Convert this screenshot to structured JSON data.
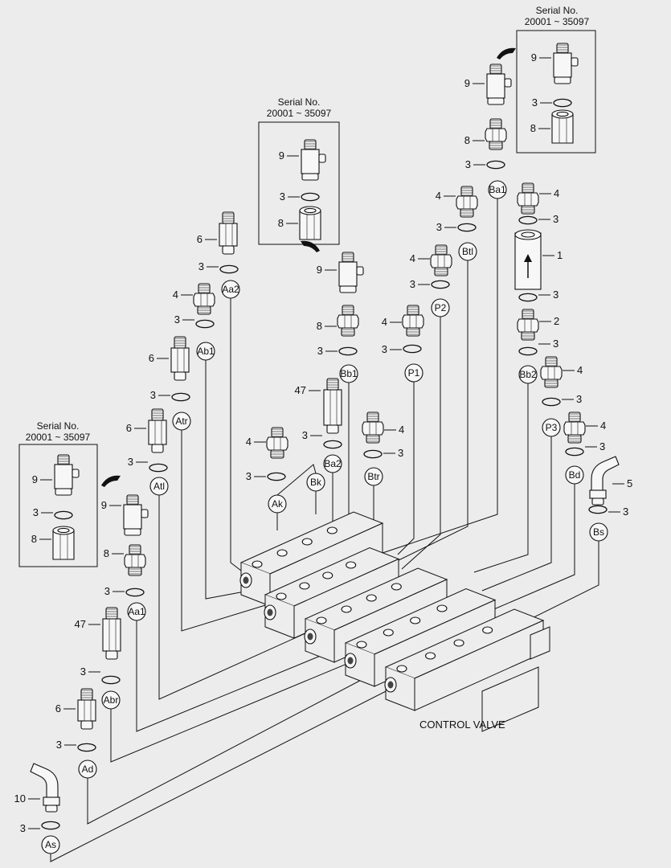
{
  "serial_box": {
    "title": "Serial No.",
    "range": "20001 ~ 35097"
  },
  "caption": "CONTROL VALVE",
  "ports": [
    "Ba1",
    "Btl",
    "P2",
    "P1",
    "Bb1",
    "Bb2",
    "P3",
    "Bd",
    "Bs",
    "Aa2",
    "Ab1",
    "Atr",
    "Atl",
    "Ba2",
    "Bk",
    "Btr",
    "Ak",
    "Aa1",
    "Abr",
    "Ad",
    "As"
  ],
  "part_numbers": {
    "p1": "1",
    "p2": "2",
    "p3": "3",
    "p4": "4",
    "p5": "5",
    "p6": "6",
    "p8": "8",
    "p9": "9",
    "p10": "10",
    "p47": "47"
  }
}
